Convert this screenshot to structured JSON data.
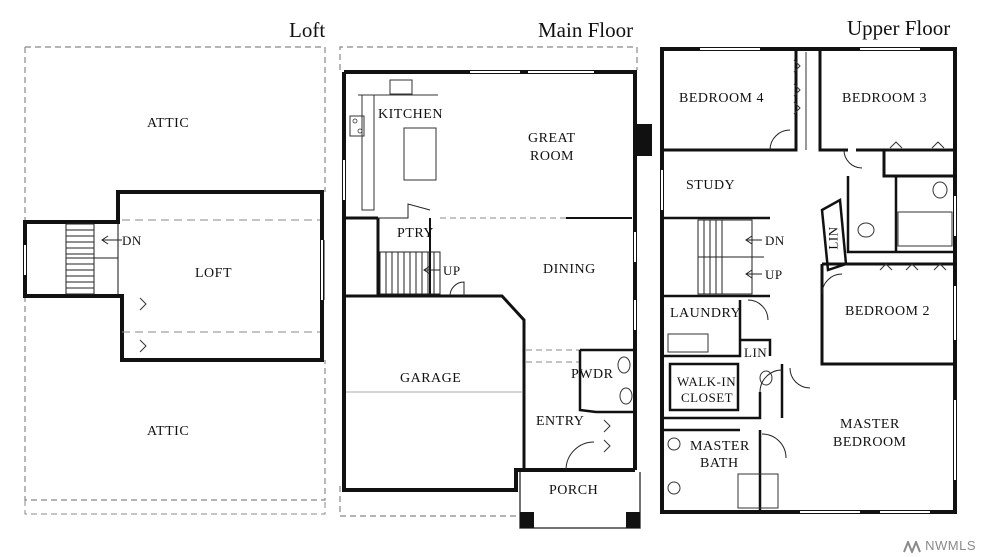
{
  "floors": [
    {
      "title": "Loft"
    },
    {
      "title": "Main Floor"
    },
    {
      "title": "Upper Floor"
    }
  ],
  "rooms": {
    "loft_attic_top": "ATTIC",
    "loft": "LOFT",
    "loft_attic_bottom": "ATTIC",
    "loft_dn": "DN",
    "kitchen": "KITCHEN",
    "great_room_1": "GREAT",
    "great_room_2": "ROOM",
    "ptry": "PTRY",
    "dining": "DINING",
    "garage": "GARAGE",
    "main_up": "UP",
    "pwdr": "PWDR",
    "entry": "ENTRY",
    "porch": "PORCH",
    "bedroom4": "BEDROOM 4",
    "bedroom3": "BEDROOM 3",
    "study": "STUDY",
    "lin_vertical": "LIN",
    "upper_dn": "DN",
    "upper_up": "UP",
    "laundry": "LAUNDRY",
    "lin": "LIN",
    "bedroom2": "BEDROOM 2",
    "walkin_1": "WALK-IN",
    "walkin_2": "CLOSET",
    "master_bath_1": "MASTER",
    "master_bath_2": "BATH",
    "master_bed_1": "MASTER",
    "master_bed_2": "BEDROOM"
  },
  "watermark": "NWMLS",
  "colors": {
    "wall": "#111111",
    "dashed": "#888888",
    "fixture": "#555555",
    "watermark": "#8a8a8a"
  }
}
